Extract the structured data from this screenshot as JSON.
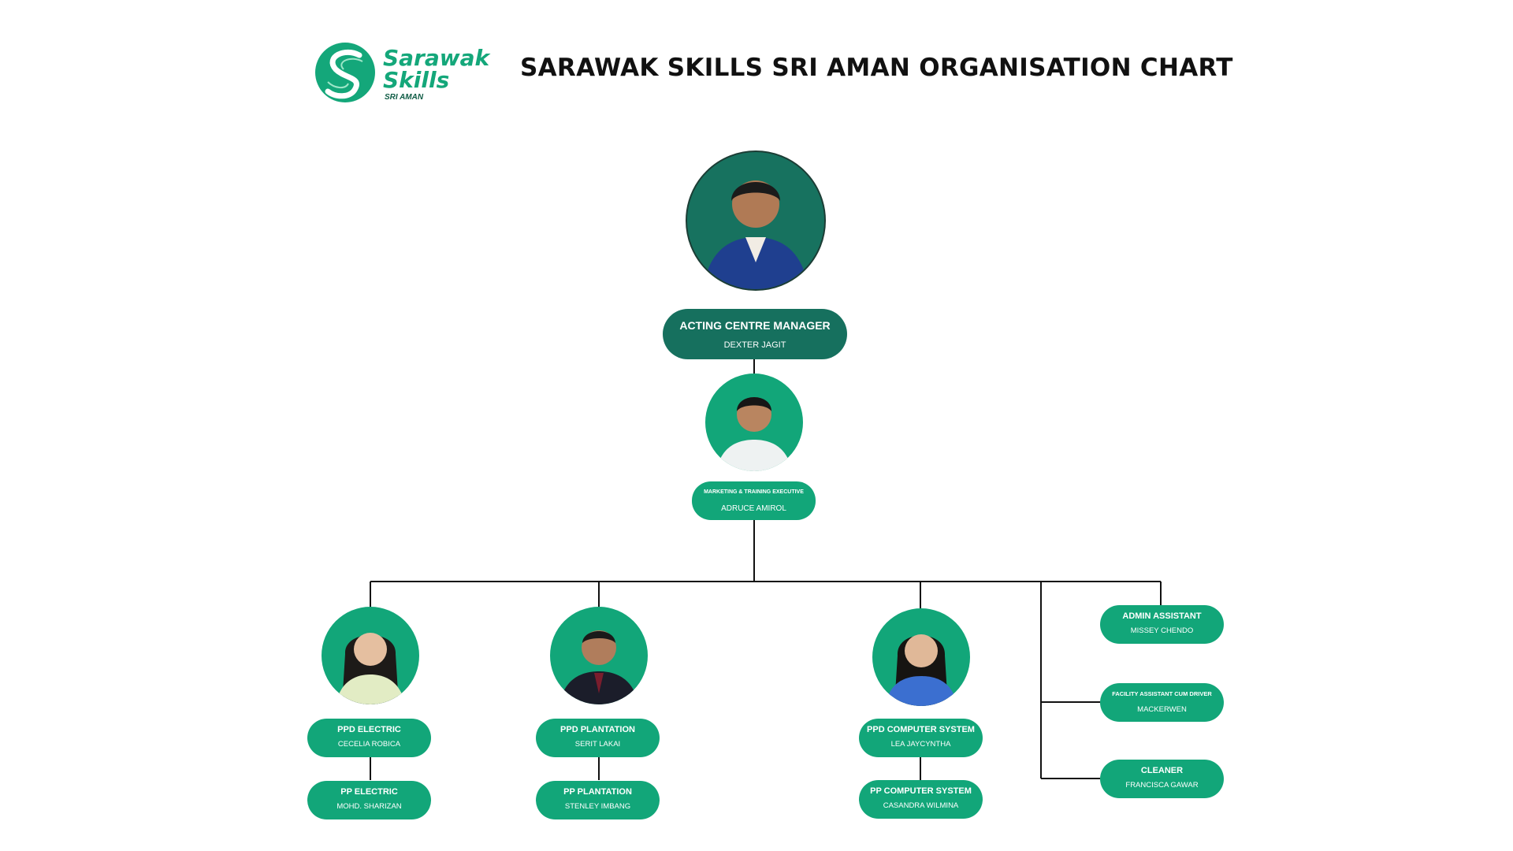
{
  "header": {
    "title": "SARAWAK SKILLS SRI AMAN ORGANISATION CHART",
    "logo_line1": "Sarawak",
    "logo_line2": "Skills",
    "logo_sub": "SRI AMAN"
  },
  "colors": {
    "brand_green": "#12a679",
    "dark_green": "#16705e",
    "line": "#111111"
  },
  "manager": {
    "role": "ACTING CENTRE MANAGER",
    "name": "DEXTER JAGIT"
  },
  "executive": {
    "role": "MARKETING & TRAINING EXECUTIVE",
    "name": "ADRUCE AMIROL"
  },
  "departments": [
    {
      "ppd": {
        "role": "PPD ELECTRIC",
        "name": "CECELIA ROBICA"
      },
      "pp": {
        "role": "PP ELECTRIC",
        "name": "MOHD. SHARIZAN"
      }
    },
    {
      "ppd": {
        "role": "PPD PLANTATION",
        "name": "SERIT LAKAI"
      },
      "pp": {
        "role": "PP PLANTATION",
        "name": "STENLEY IMBANG"
      }
    },
    {
      "ppd": {
        "role": "PPD COMPUTER SYSTEM",
        "name": "LEA JAYCYNTHA"
      },
      "pp": {
        "role": "PP COMPUTER SYSTEM",
        "name": "CASANDRA WILMINA"
      }
    }
  ],
  "support": [
    {
      "role": "ADMIN ASSISTANT",
      "name": "MISSEY CHENDO"
    },
    {
      "role": "FACILITY ASSISTANT CUM DRIVER",
      "name": "MACKERWEN"
    },
    {
      "role": "CLEANER",
      "name": "FRANCISCA GAWAR"
    }
  ]
}
